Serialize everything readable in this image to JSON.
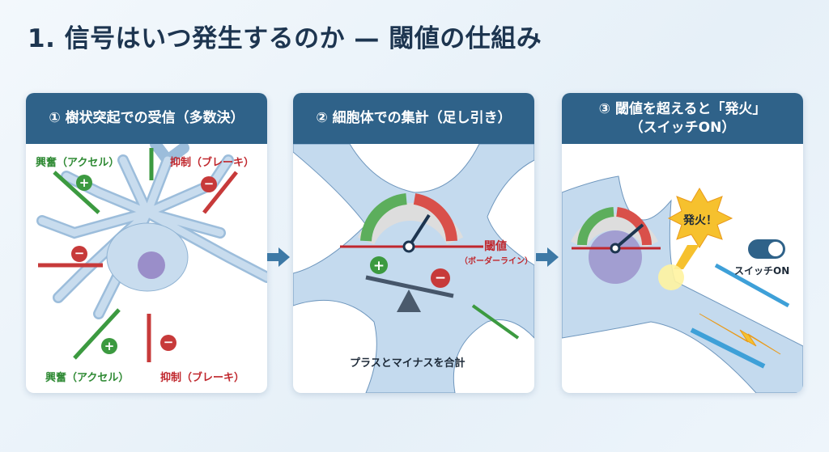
{
  "title": "1. 信号はいつ発生するのか — 閾値の仕組み",
  "panels": [
    {
      "header": "① 樹状突起での受信（多数決）",
      "labels": {
        "excite_top": "興奮（アクセル）",
        "inhibit_top": "抑制（ブレーキ）",
        "excite_bottom": "興奮（アクセル）",
        "inhibit_bottom": "抑制（ブレーキ）"
      }
    },
    {
      "header": "② 細胞体での集計（足し引き）",
      "threshold": "閾値",
      "threshold_sub": "（ボーダーライン）",
      "caption": "プラスとマイナスを合計"
    },
    {
      "header_line1": "③ 閾値を超えると「発火」",
      "header_line2": "（スイッチON）",
      "fire": "発火！",
      "switch": "スイッチON"
    }
  ],
  "colors": {
    "header": "#2f6289",
    "excite": "#2f8a34",
    "inhibit": "#c0272d",
    "neuron": "#b9d3ea"
  }
}
